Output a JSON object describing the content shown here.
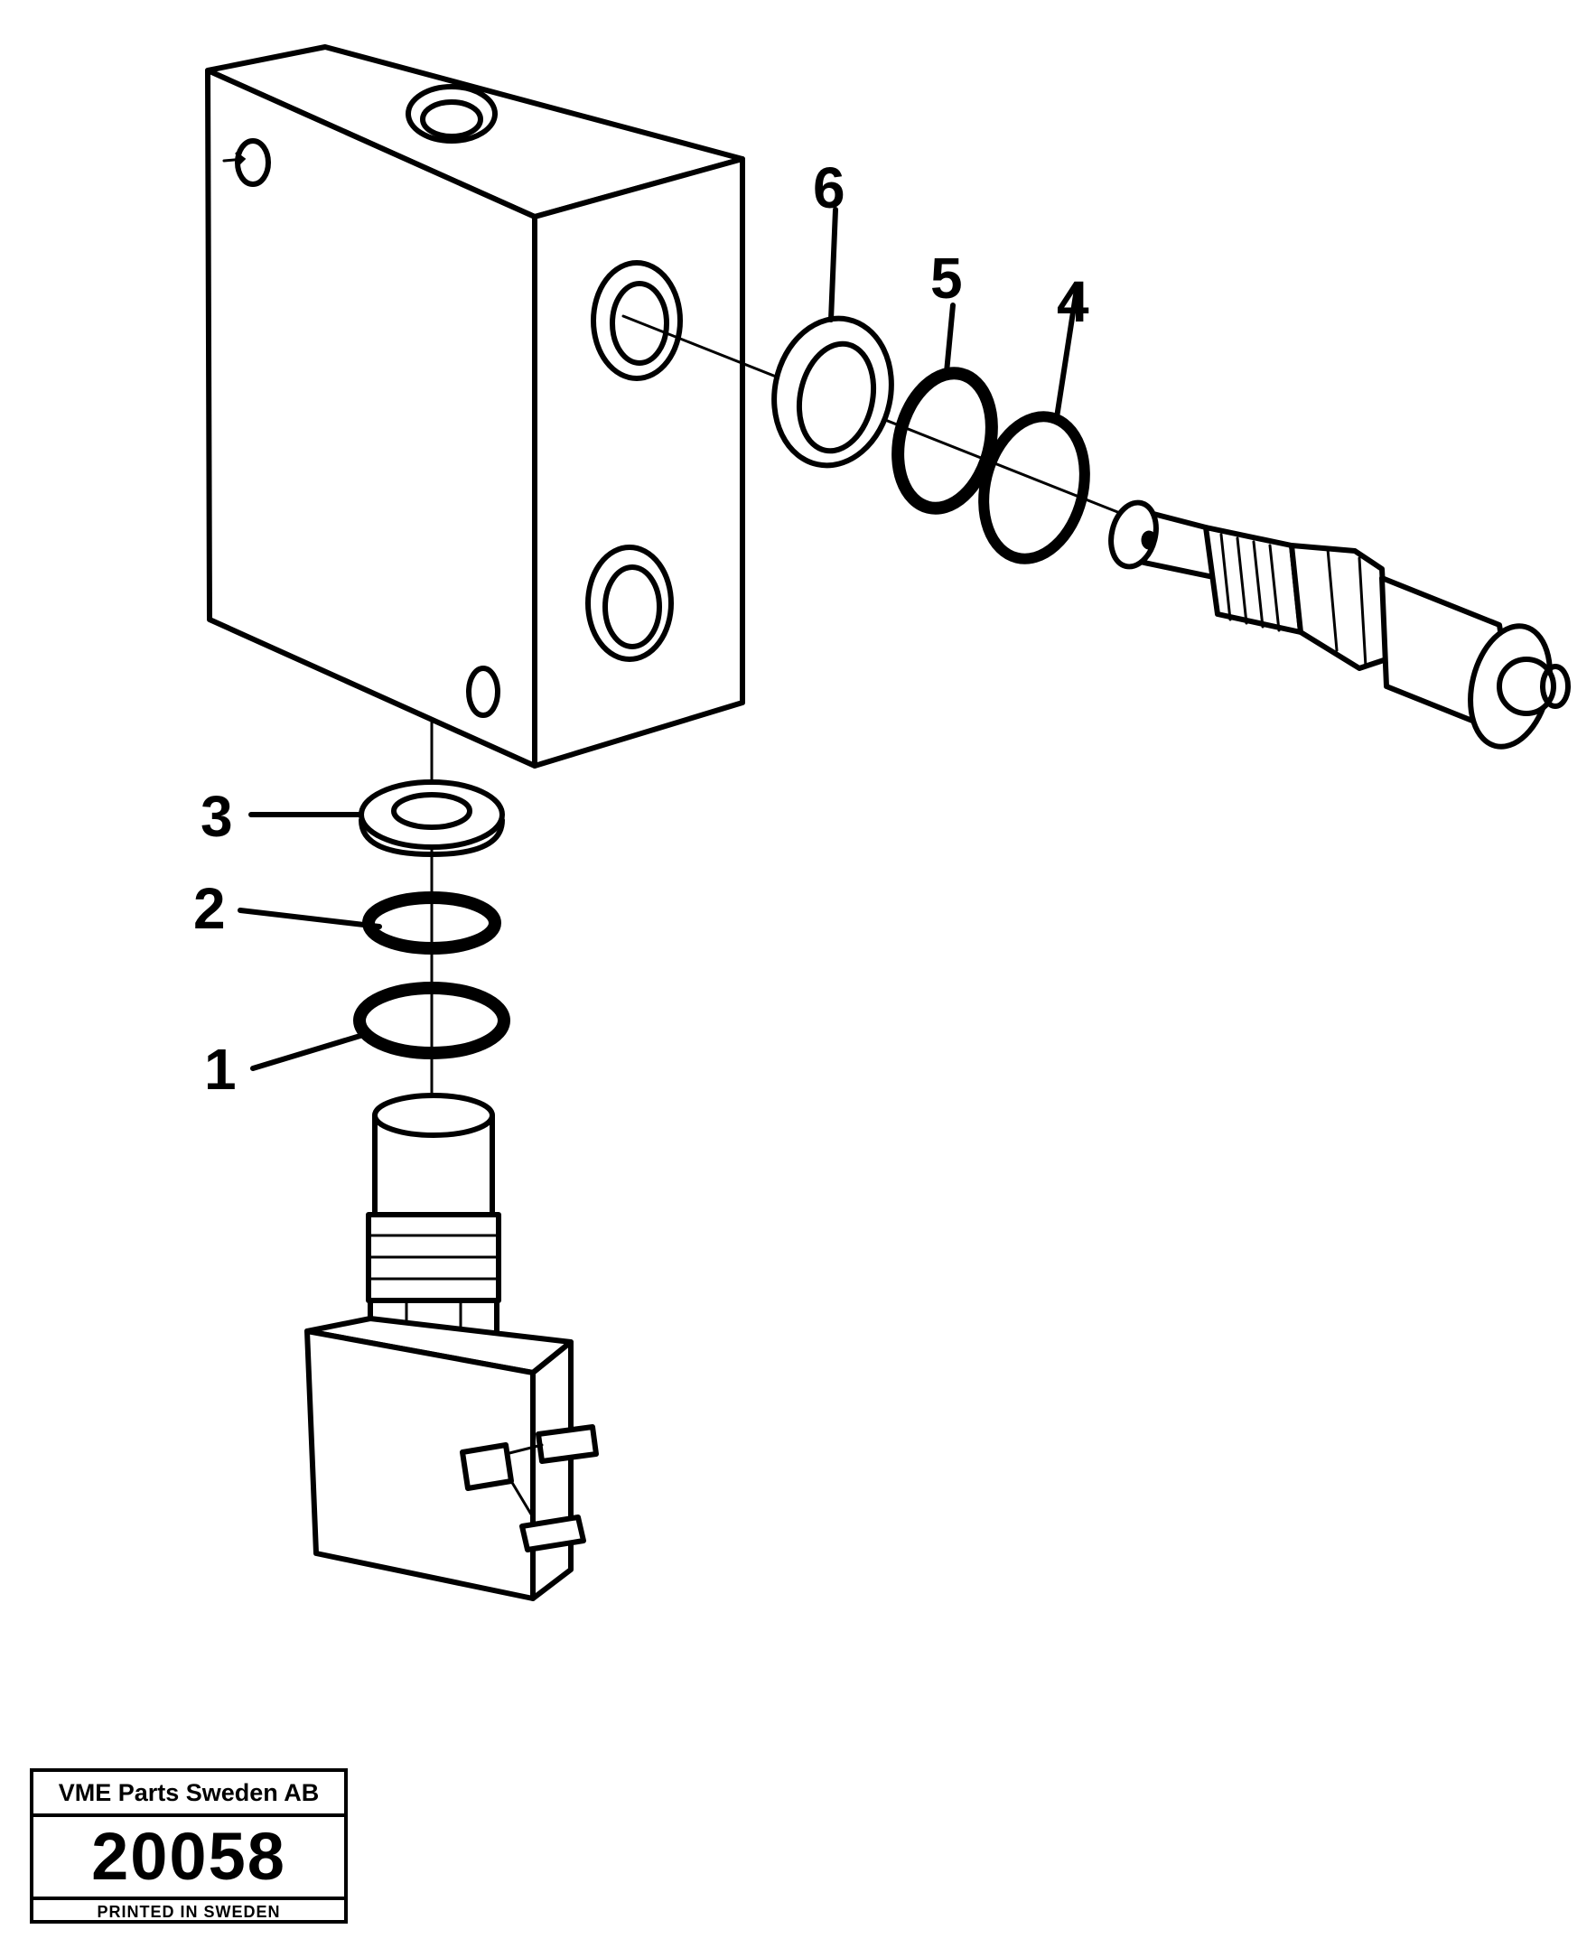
{
  "diagram": {
    "callouts": [
      "1",
      "2",
      "3",
      "4",
      "5",
      "6"
    ],
    "title_block": {
      "company": "VME Parts Sweden AB",
      "number": "20058",
      "printed": "PRINTED IN SWEDEN"
    }
  }
}
